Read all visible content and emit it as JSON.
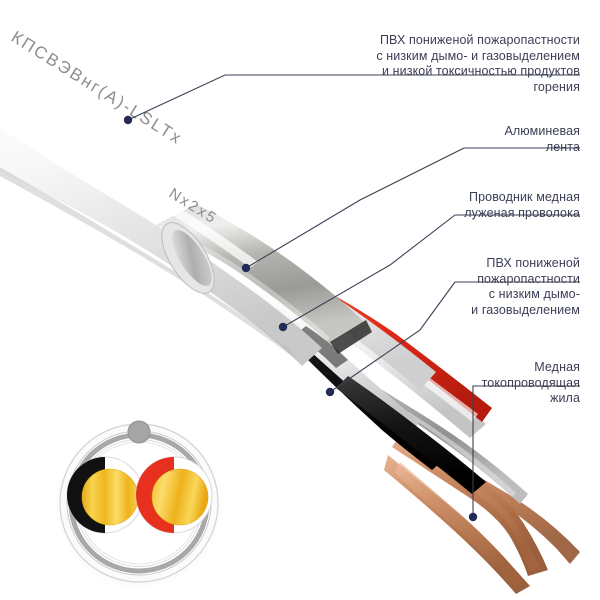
{
  "product": {
    "marking_line1": "КПСВЭВнг(А)-LSLTx",
    "marking_line2": "Nx2x5"
  },
  "callouts": [
    {
      "id": "outer-sheath",
      "text": "ПВХ пониженой пожаропастности\nс низким дымо- и газовыделением\nи низкой токсичностью продуктов\nгорения"
    },
    {
      "id": "aluminium-tape",
      "text": "Алюминевая\nлента"
    },
    {
      "id": "drain-wire",
      "text": "Проводник медная\nлуженая проволока"
    },
    {
      "id": "inner-insulation",
      "text": "ПВХ пониженой\nпожаропастности\nс низким дымо-\nи газовыделением"
    },
    {
      "id": "copper-conductor",
      "text": "Медная\nтокопроводящая\nжила"
    }
  ],
  "cross_section": {
    "title": "cross-section-diagram",
    "drain_wire_label": "drain-wire",
    "cores": [
      {
        "insulation": "black",
        "conductor": "copper"
      },
      {
        "insulation": "red",
        "conductor": "copper"
      }
    ]
  },
  "colors": {
    "text": "#3b3f55",
    "leader": "#3b3f55",
    "dot": "#232a55",
    "sheath": "#f2f2f2",
    "foil": "#b9b9b9",
    "red": "#e8301f",
    "black": "#1a1a1a",
    "copper": "#c8885e",
    "gold": "#f3c01c",
    "drain": "#a9a9a9"
  }
}
